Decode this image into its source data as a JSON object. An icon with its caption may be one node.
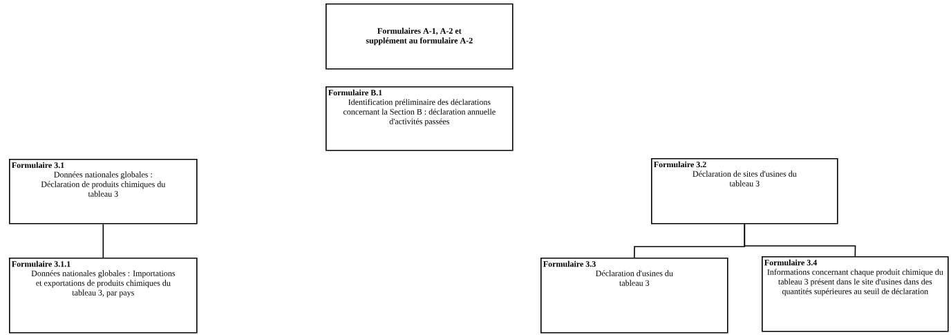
{
  "diagram": {
    "nodes": [
      {
        "text": [
          "Formulaires A-1, A-2 et supplément au formulaire A-2"
        ]
      },
      {
        "text": [
          "Formulaire B.1",
          "Identification préliminaire des déclarations concernant la Section B : déclaration annuelle d'activités passées"
        ]
      },
      {
        "text": [
          "Formulaire 3.1",
          "Données nationales globales : Déclaration de produits chimiques du tableau 3"
        ]
      },
      {
        "text": [
          "Formulaire 3.1.1",
          "Données nationales globales : Importations et exportations de produits chimiques du tableau 3, par pays"
        ]
      },
      {
        "text": [
          "Formulaire 3.2",
          "Déclaration de sites d'usines du tableau 3"
        ]
      },
      {
        "text": [
          "Formulaire 3.3",
          "Déclaration d'usines du tableau 3"
        ]
      },
      {
        "text": [
          "Formulaire 3.4",
          "Informations concernant chaque produit chimique du tableau 3 présent dans le site d'usines dans des quantités supérieures au seuil de déclaration"
        ]
      }
    ],
    "edges": [
      {
        "from": 2,
        "to": 3,
        "arrow": "none"
      },
      {
        "from": 4,
        "to": 5,
        "arrow": "none"
      },
      {
        "from": 4,
        "to": 6,
        "arrow": "none"
      }
    ]
  }
}
